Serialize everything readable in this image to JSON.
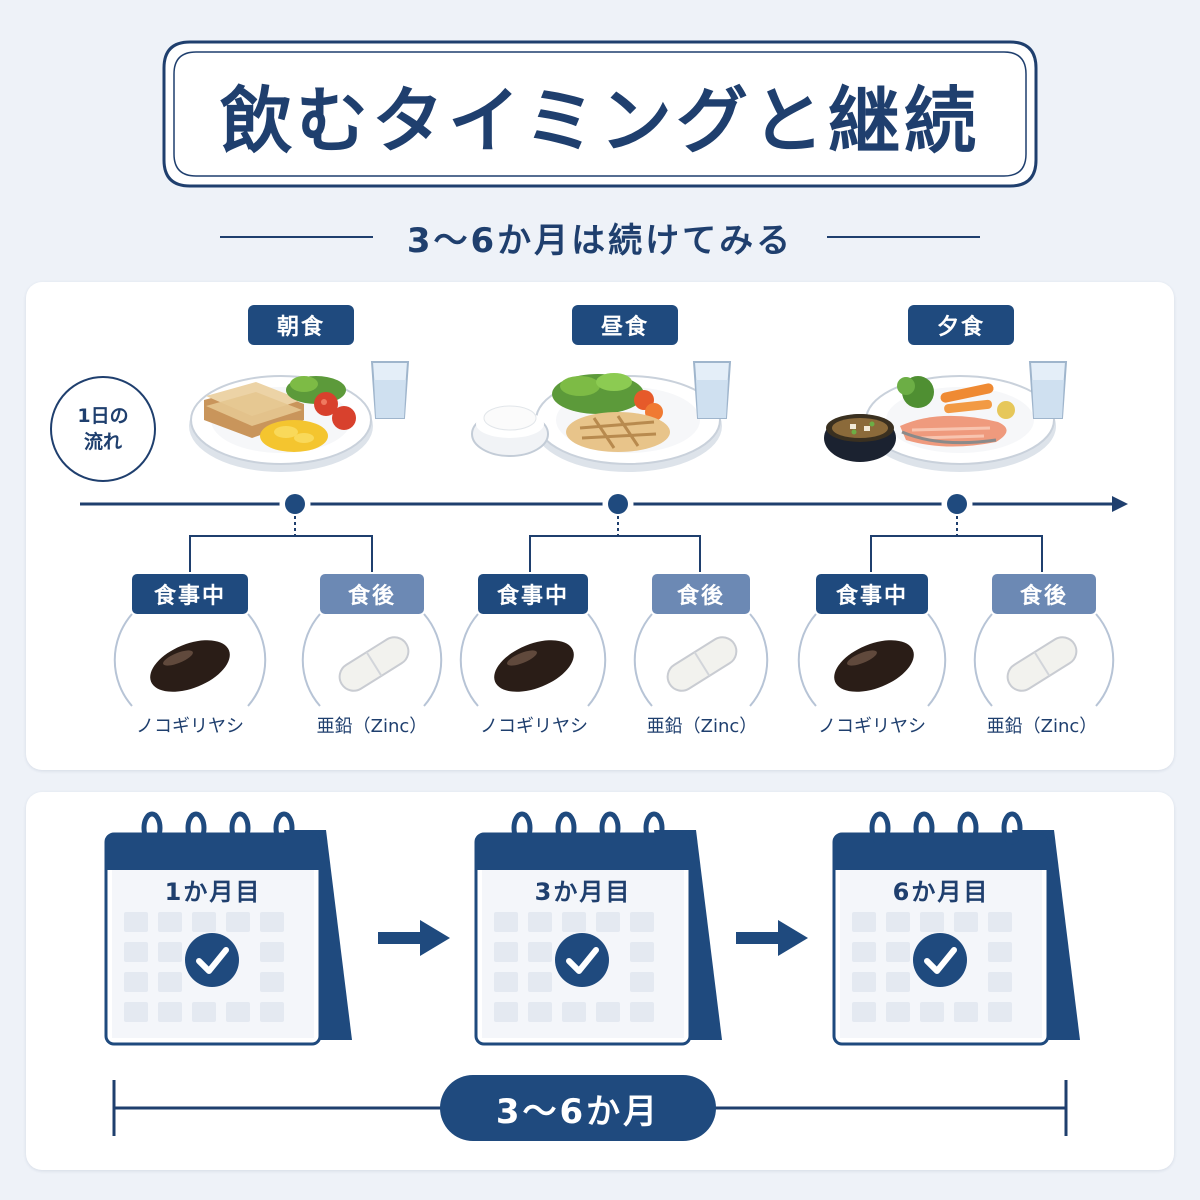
{
  "title": "飲むタイミングと継続",
  "subtitle": "3〜6か月は続けてみる",
  "day_badge": {
    "line1": "1日の",
    "line2": "流れ"
  },
  "meals": [
    {
      "label": "朝食",
      "food": "toast-eggs-salad"
    },
    {
      "label": "昼食",
      "food": "rice-chicken-salad"
    },
    {
      "label": "夕食",
      "food": "miso-salmon-veg"
    }
  ],
  "timing": {
    "during_label": "食事中",
    "after_label": "食後"
  },
  "supplements": {
    "during": "ノコギリヤシ",
    "after": "亜鉛（Zinc）"
  },
  "calendars": [
    "1か月目",
    "3か月目",
    "6か月目"
  ],
  "duration_label": "3〜6か月",
  "colors": {
    "navy": "#1f4a7e",
    "light_blue": "#6c89b4",
    "background": "#eef2f8"
  }
}
